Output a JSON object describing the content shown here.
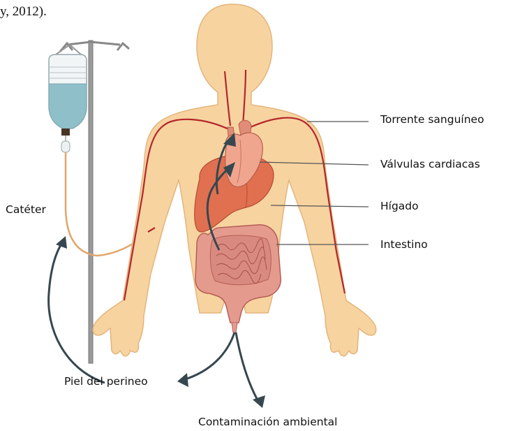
{
  "header": {
    "caption": "y, 2012)."
  },
  "labels": {
    "torrente": "Torrente sanguíneo",
    "valvulas": "Válvulas cardiacas",
    "higado": "Hígado",
    "intestino": "Intestino",
    "cateter": "Catéter",
    "piel": "Piel del perineo",
    "contaminacion": "Contaminación ambiental"
  },
  "colors": {
    "skin": "#F7D3A0",
    "skin_outline": "#E3B57D",
    "vessel": "#B4262B",
    "heart": "#F0A58E",
    "liver": "#E07050",
    "intestine": "#E59A8E",
    "arrow": "#36474F",
    "pole": "#8A8A8A",
    "iv_fluid": "#8FBFC9",
    "catheter": "#E2A56A"
  },
  "icons": [
    "iv-bag-icon",
    "iv-pole-icon",
    "human-body-icon",
    "heart-icon",
    "liver-icon",
    "intestine-icon"
  ]
}
